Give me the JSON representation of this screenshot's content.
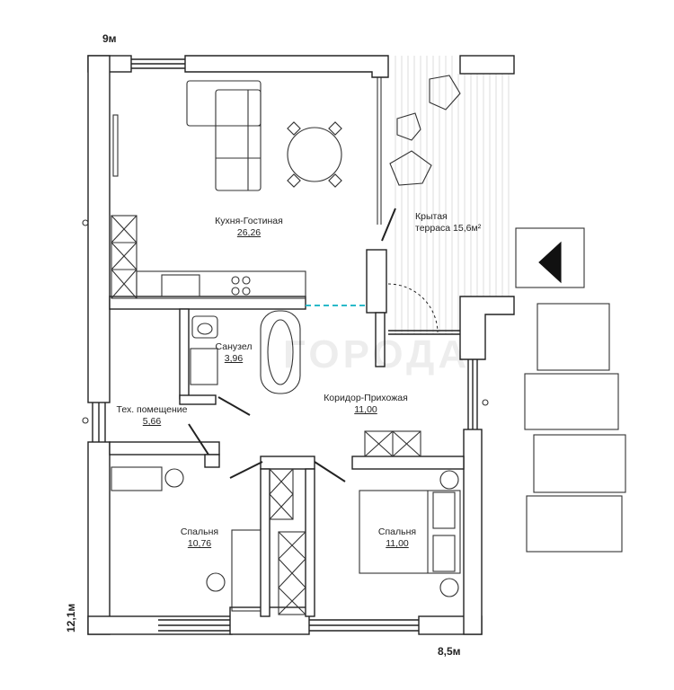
{
  "dimensions": {
    "top": "9м",
    "left": "12,1м",
    "bottom": "8,5м"
  },
  "rooms": {
    "kitchen_living": {
      "name": "Кухня-Гостиная",
      "area": "26,26"
    },
    "terrace": {
      "name_line1": "Крытая",
      "name_line2": "терраса 15,6м²"
    },
    "bathroom": {
      "name": "Санузел",
      "area": "3,96"
    },
    "corridor": {
      "name": "Коридор-Прихожая",
      "area": "11,00"
    },
    "tech_room": {
      "name": "Тех. помещение",
      "area": "5,66"
    },
    "bedroom_left": {
      "name": "Спальня",
      "area": "10,76"
    },
    "bedroom_right": {
      "name": "Спальня",
      "area": "11,00"
    }
  },
  "watermark": "ГОРОДА",
  "colors": {
    "wall": "#ffffff",
    "wall_stroke": "#222222",
    "furniture": "#333333",
    "accent": "#29b9c9",
    "terrace_stripe": "#d9d9d9"
  }
}
